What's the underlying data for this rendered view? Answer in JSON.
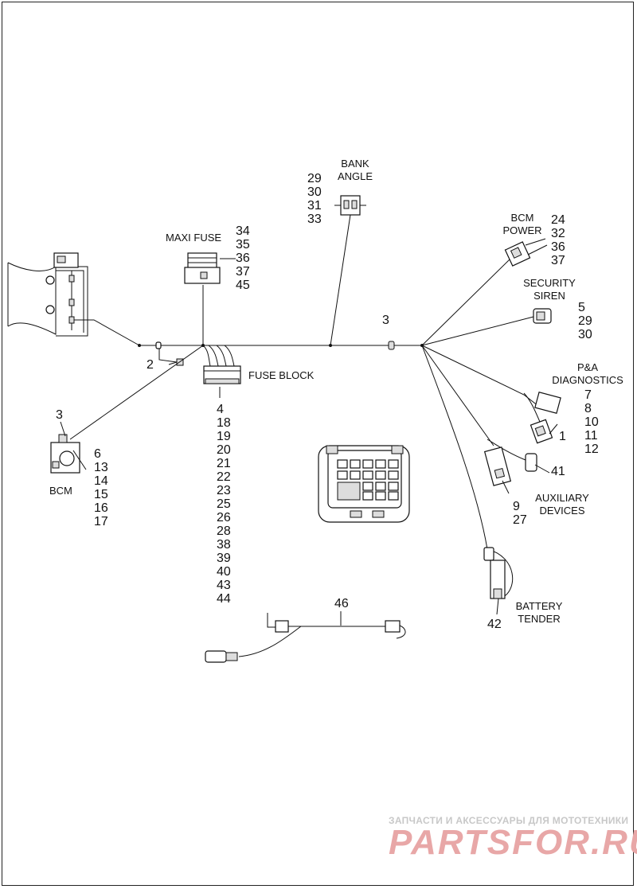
{
  "labels": {
    "bank_angle": "BANK\nANGLE",
    "maxi_fuse": "MAXI FUSE",
    "bcm_power": "BCM\nPOWER",
    "security_siren": "SECURITY\nSIREN",
    "pa_diagnostics": "P&A\nDIAGNOSTICS",
    "fuse_block": "FUSE BLOCK",
    "bcm": "BCM",
    "auxiliary_devices": "AUXILIARY\nDEVICES",
    "battery_tender": "BATTERY\nTENDER"
  },
  "callouts": {
    "bank_angle": [
      "29",
      "30",
      "31",
      "33"
    ],
    "maxi_fuse": [
      "34",
      "35",
      "36",
      "37",
      "45"
    ],
    "bcm_power": [
      "24",
      "32",
      "36",
      "37"
    ],
    "security_siren": [
      "5",
      "29",
      "30"
    ],
    "pa_diagnostics": [
      "7",
      "8",
      "10",
      "11",
      "12"
    ],
    "pa_connector": "1",
    "aux_plug": "41",
    "auxiliary": [
      "9",
      "27"
    ],
    "harness_clip": "3",
    "clip_2": "2",
    "bcm_clip": "3",
    "bcm": [
      "6",
      "13",
      "14",
      "15",
      "16",
      "17"
    ],
    "fuse_block": [
      "4",
      "18",
      "19",
      "20",
      "21",
      "22",
      "23",
      "25",
      "26",
      "28",
      "38",
      "39",
      "40",
      "43",
      "44"
    ],
    "extension": "46",
    "battery_tender": "42"
  },
  "watermark": {
    "line1": "ЗАПЧАСТИ И АКСЕССУАРЫ ДЛЯ МОТОТЕХНИКИ",
    "line2": "PARTSFOR.RU"
  }
}
